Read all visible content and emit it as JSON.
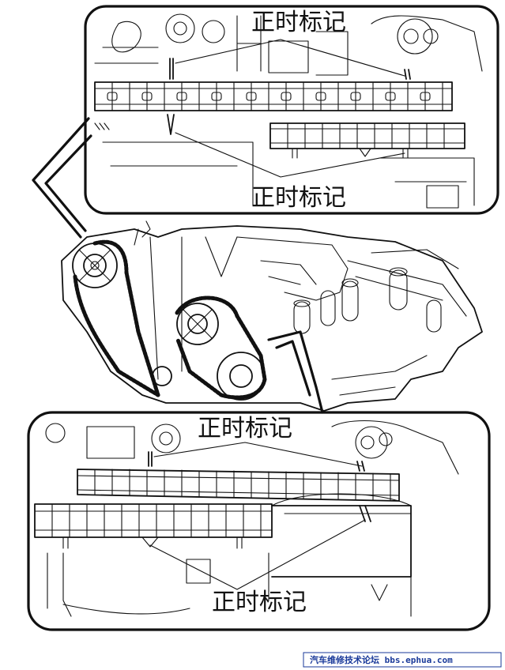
{
  "labels": {
    "top_inset_upper": "正时标记",
    "top_inset_lower": "正时标记",
    "bottom_inset_upper": "正时标记",
    "bottom_inset_lower": "正时标记"
  },
  "watermark": "汽车维修技术论坛 bbs.ephua.com"
}
